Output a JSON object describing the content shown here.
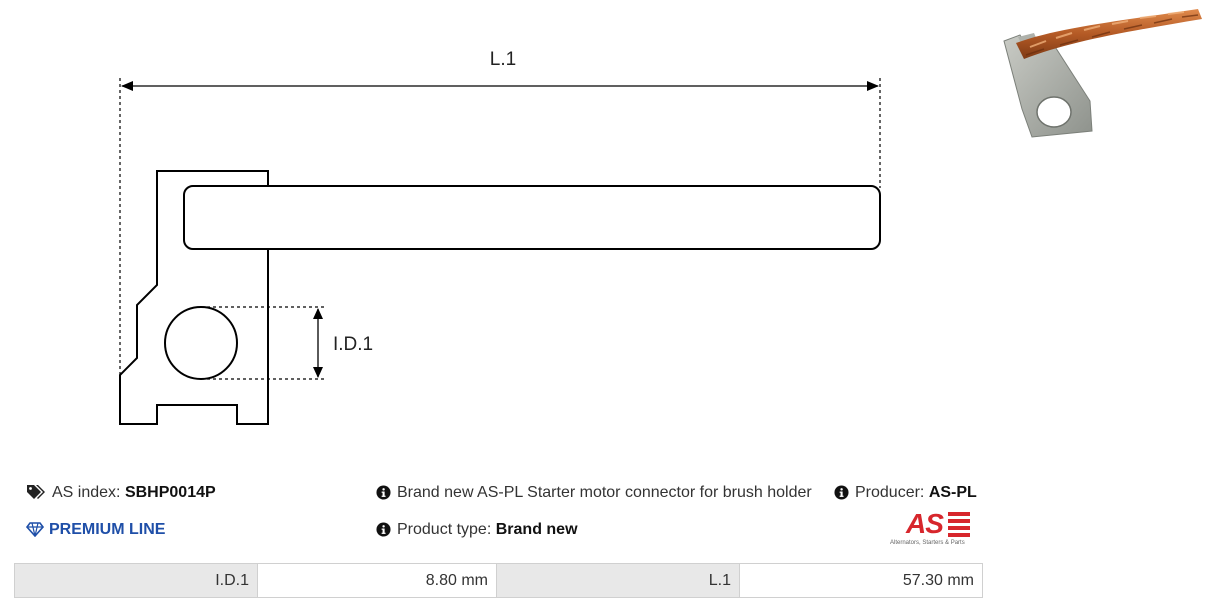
{
  "drawing": {
    "length_label": "L.1",
    "diameter_label": "I.D.1"
  },
  "photo": {
    "alt": "Starter motor connector with copper braid"
  },
  "info": {
    "as_index_label": "AS index:",
    "as_index_value": "SBHP0014P",
    "premium_line": "PREMIUM LINE",
    "description": "Brand new AS-PL Starter motor connector for brush holder",
    "product_type_label": "Product type:",
    "product_type_value": "Brand new",
    "producer_label": "Producer:",
    "producer_value": "AS-PL"
  },
  "logo": {
    "text": "AS",
    "tagline": "Alternators, Starters & Parts"
  },
  "spec_table": [
    {
      "label": "I.D.1",
      "value": "8.80 mm"
    },
    {
      "label": "L.1",
      "value": "57.30 mm"
    }
  ],
  "colors": {
    "premium": "#1f4fa8",
    "logo_red": "#d7262c",
    "table_label_bg": "#e8e8e8"
  }
}
